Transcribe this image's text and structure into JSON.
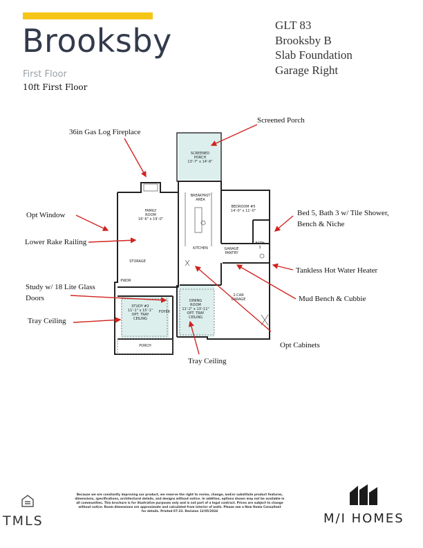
{
  "header": {
    "title": "Brooksby",
    "floor_label": "First Floor",
    "ceiling_note": "10ft First Floor",
    "info_lines": [
      "GLT 83",
      "Brooksby B",
      "Slab Foundation",
      "Garage Right"
    ]
  },
  "callouts": {
    "screened_porch": "Screened Porch",
    "fireplace": "36in Gas Log Fireplace",
    "opt_window": "Opt Window",
    "rake_railing": "Lower Rake Railing",
    "bed5_line1": "Bed 5, Bath 3 w/ Tile Shower,",
    "bed5_line2": "Bench & Niche",
    "water_heater": "Tankless Hot Water Heater",
    "study_line1": "Study w/ 18 Lite Glass",
    "study_line2": "Doors",
    "tray_left": "Tray Ceiling",
    "mud_bench": "Mud Bench & Cubbie",
    "opt_cabinets": "Opt Cabinets",
    "tray_bottom": "Tray Ceiling"
  },
  "rooms": {
    "screened_porch": [
      "SCREENED",
      "PORCH",
      "13'-7\" x 14'-6\""
    ],
    "family_room": [
      "FAMILY",
      "ROOM",
      "16'-6\" x 19'-0\""
    ],
    "breakfast": [
      "BREAKFAST",
      "AREA"
    ],
    "kitchen": [
      "KITCHEN"
    ],
    "bedroom": [
      "BEDROOM #5",
      "14'-0\" x 11'-0\""
    ],
    "bath": [
      "BATH",
      "3"
    ],
    "garage_pantry": [
      "GARAGE",
      "PANTRY"
    ],
    "storage": [
      "STORAGE"
    ],
    "powder": [
      "PWDR"
    ],
    "study": [
      "STUDY #2",
      "11'-1\" x 15'-1\"",
      "OPT. TRAY",
      "CEILING"
    ],
    "foyer": [
      "FOYER"
    ],
    "dining": [
      "DINING",
      "ROOM",
      "11'-2\" x 13'-11\"",
      "OPT. TRAY",
      "CEILING"
    ],
    "garage": [
      "2-CAR",
      "GARAGE"
    ],
    "porch": [
      "PORCH"
    ]
  },
  "disclaimer": [
    "Because we are constantly improving our product, we reserve the right to revise, change, and/or substitute product features,",
    "dimensions, specifications, architectural details, and designs without notice. In addition, options shown may not be available in",
    "all communities. This brochure is for illustrative purposes only and is not part of a legal contract. Prices are subject to change",
    "without notice. Room dimensions are approximate and calculated from interior of walls. Please see a New Home Consultant",
    "for details. Printed 07-23. Revision 12/05/2024"
  ],
  "footer": {
    "mls_logo_text": "TMLS",
    "brand_name": "M/I HOMES"
  },
  "colors": {
    "accent": "#f5c518",
    "title": "#333a4c",
    "arrow": "#d0231f",
    "floor_tint": "#dcefed"
  }
}
